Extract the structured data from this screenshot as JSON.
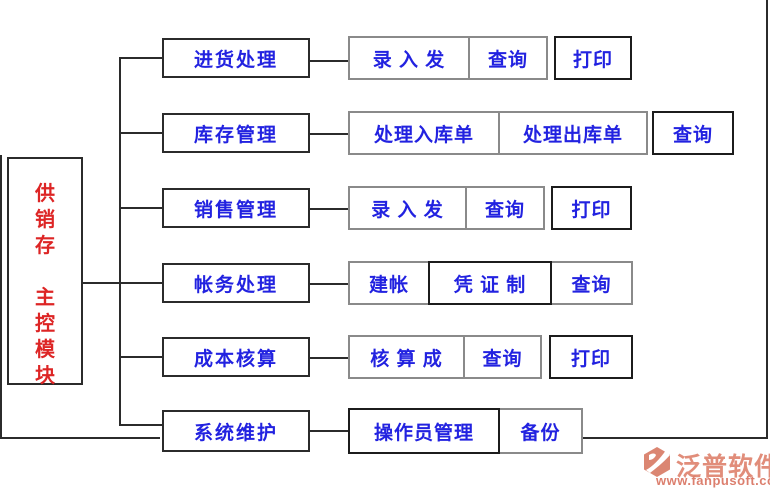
{
  "root": {
    "label": "供\n销\n存\n\n主\n控\n模\n块"
  },
  "rows": [
    {
      "module": "进货处理",
      "children": [
        {
          "label": "录 入 发"
        },
        {
          "label": "查询"
        },
        {
          "label": "打印"
        }
      ]
    },
    {
      "module": "库存管理",
      "children": [
        {
          "label": "处理入库单"
        },
        {
          "label": "处理出库单"
        },
        {
          "label": "查询"
        }
      ]
    },
    {
      "module": "销售管理",
      "children": [
        {
          "label": "录 入 发"
        },
        {
          "label": "查询"
        },
        {
          "label": "打印"
        }
      ]
    },
    {
      "module": "帐务处理",
      "children": [
        {
          "label": "建帐"
        },
        {
          "label": "凭 证 制"
        },
        {
          "label": "查询"
        }
      ]
    },
    {
      "module": "成本核算",
      "children": [
        {
          "label": "核 算 成"
        },
        {
          "label": "查询"
        },
        {
          "label": "打印"
        }
      ]
    },
    {
      "module": "系统维护",
      "children": [
        {
          "label": "操作员管理"
        },
        {
          "label": "备份"
        }
      ]
    }
  ],
  "footer": {
    "brand": "泛普软件",
    "url": "www.fanpusoft.com"
  },
  "colors": {
    "node_text": "#2222e0",
    "root_text": "#dd2525",
    "line": "#2b2b2b",
    "brand": "#e18d7a"
  }
}
